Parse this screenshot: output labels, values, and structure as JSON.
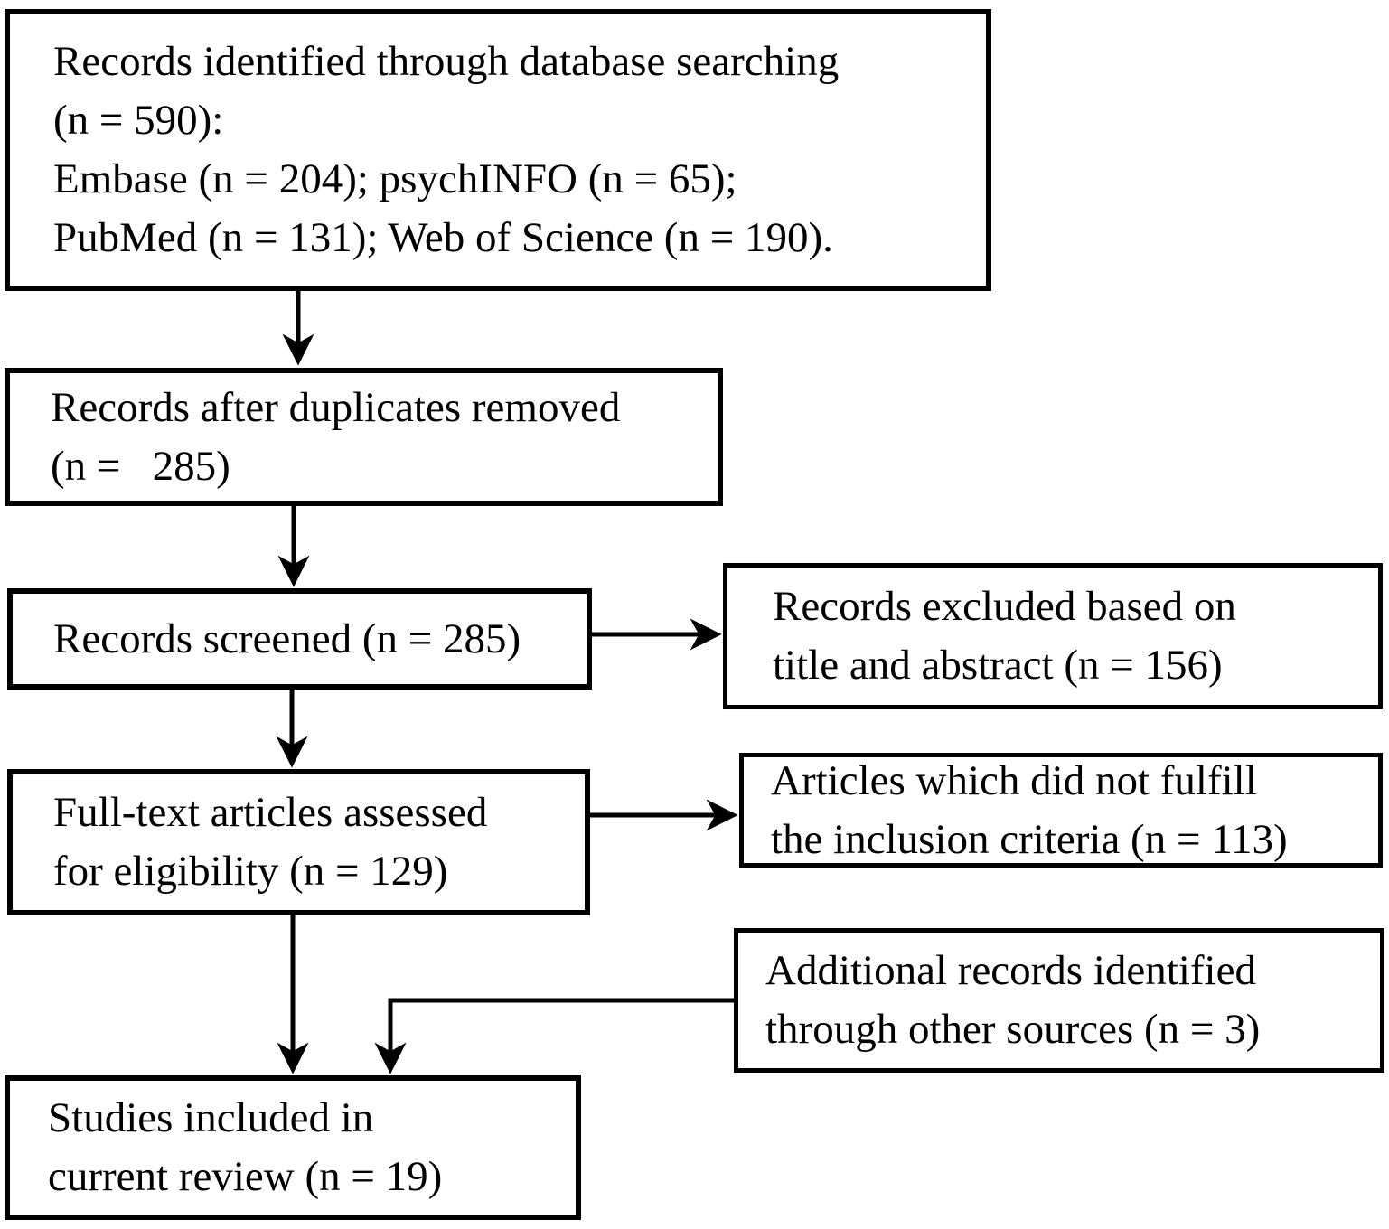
{
  "boxes": {
    "identification": {
      "lines": [
        "Records identified through database searching",
        "(n = 590):",
        "Embase (n = 204); psychINFO (n = 65);",
        "PubMed (n = 131); Web of Science (n = 190)."
      ]
    },
    "duplicates_removed": {
      "lines": [
        "Records after duplicates removed",
        "(n =   285)"
      ]
    },
    "screened": {
      "lines": [
        "Records screened (n = 285)"
      ]
    },
    "excluded_title_abstract": {
      "lines": [
        "Records excluded based on",
        "title and abstract (n = 156)"
      ]
    },
    "fulltext_assessed": {
      "lines": [
        "Full-text articles assessed",
        "for eligibility (n = 129)"
      ]
    },
    "did_not_fulfill": {
      "lines": [
        "Articles which did not fulfill",
        "the inclusion criteria (n = 113)"
      ]
    },
    "additional_sources": {
      "lines": [
        "Additional records identified",
        "through other sources (n = 3)"
      ]
    },
    "included_in_review": {
      "lines": [
        "Studies included in",
        "current review (n = 19)"
      ]
    }
  },
  "colors": {
    "text": "#000000",
    "box_border": "#000000",
    "arrow": "#000000",
    "background": "#ffffff"
  }
}
